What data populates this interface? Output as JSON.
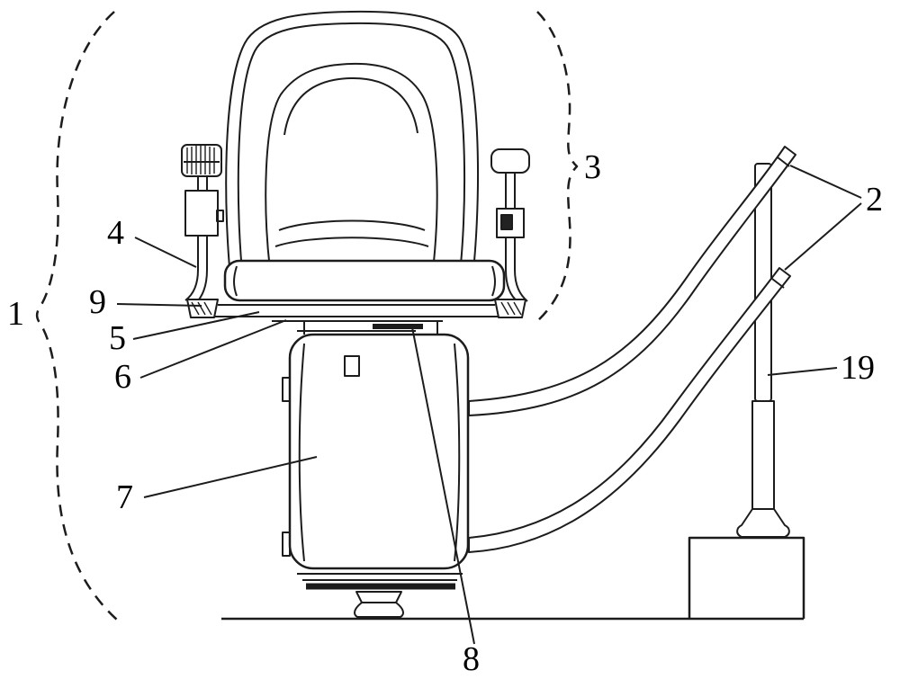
{
  "figure": {
    "kind": "patent-line-drawing-stairlift",
    "background_color": "#ffffff",
    "line_color": "#1c1c1c",
    "labels": [
      {
        "name": "ref-1",
        "text": "1"
      },
      {
        "name": "ref-2",
        "text": "2"
      },
      {
        "name": "ref-3",
        "text": "3"
      },
      {
        "name": "ref-4",
        "text": "4"
      },
      {
        "name": "ref-5",
        "text": "5"
      },
      {
        "name": "ref-6",
        "text": "6"
      },
      {
        "name": "ref-7",
        "text": "7"
      },
      {
        "name": "ref-8",
        "text": "8"
      },
      {
        "name": "ref-9",
        "text": "9"
      },
      {
        "name": "ref-19",
        "text": "19"
      }
    ]
  }
}
